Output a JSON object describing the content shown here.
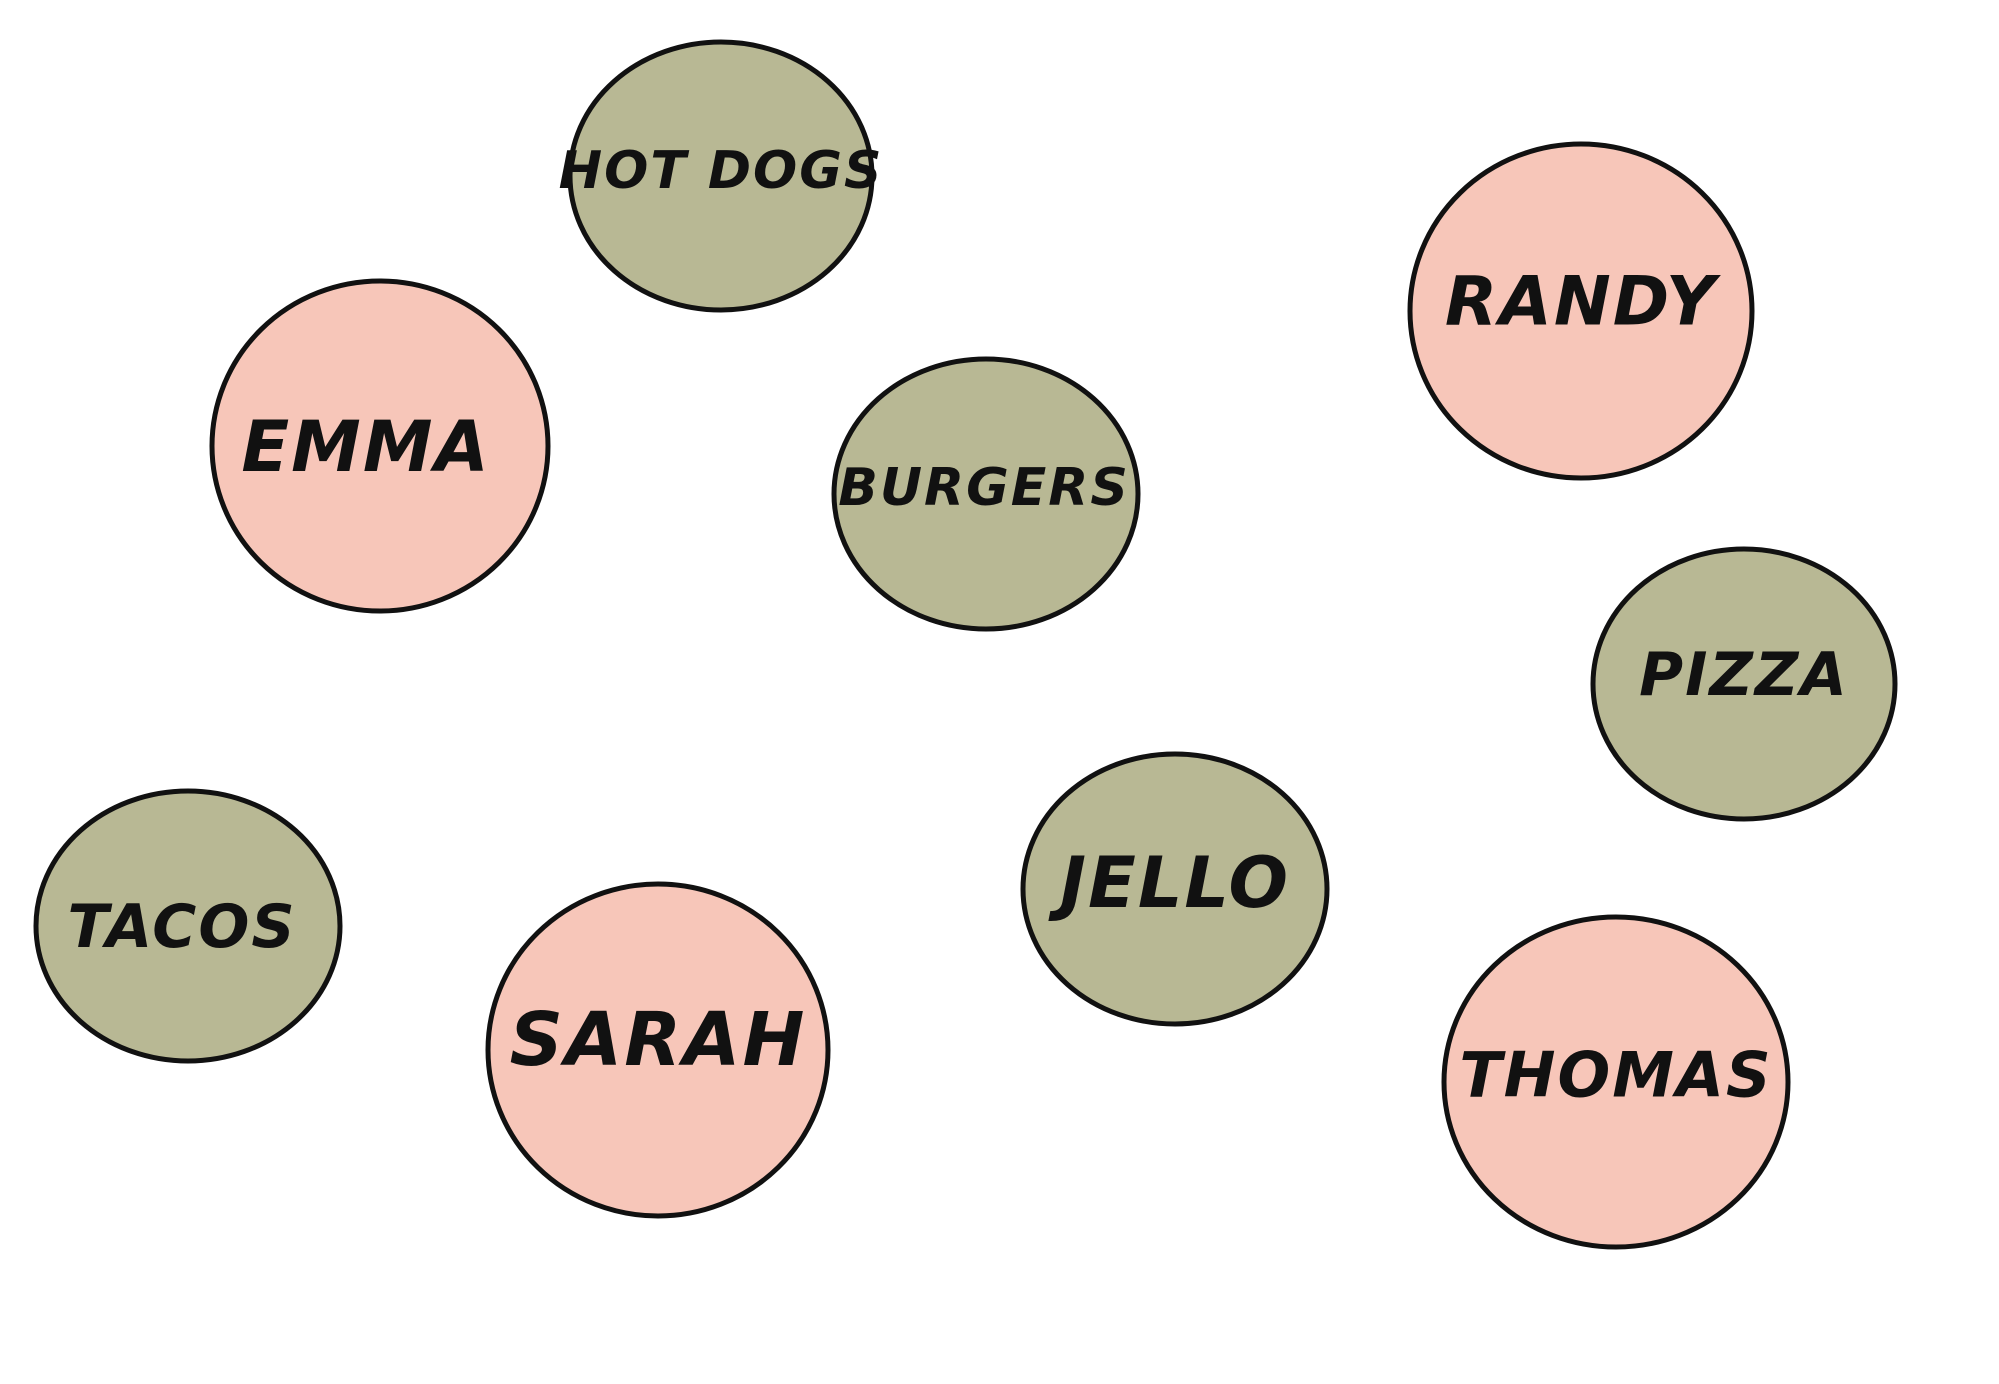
{
  "colors": {
    "person": "#f7c6b9",
    "food": "#b8b894",
    "outline": "#111111",
    "background": "#ffffff"
  },
  "nodes": [
    {
      "id": "hot-dogs",
      "label": "HOT DOGS",
      "kind": "food"
    },
    {
      "id": "emma",
      "label": "EMMA",
      "kind": "person"
    },
    {
      "id": "burgers",
      "label": "BURGERS",
      "kind": "food"
    },
    {
      "id": "randy",
      "label": "RANDY",
      "kind": "person"
    },
    {
      "id": "pizza",
      "label": "PIZZA",
      "kind": "food"
    },
    {
      "id": "tacos",
      "label": "TACOS",
      "kind": "food"
    },
    {
      "id": "sarah",
      "label": "SARAH",
      "kind": "person"
    },
    {
      "id": "jello",
      "label": "JELLO",
      "kind": "food"
    },
    {
      "id": "thomas",
      "label": "THOMAS",
      "kind": "person"
    }
  ]
}
